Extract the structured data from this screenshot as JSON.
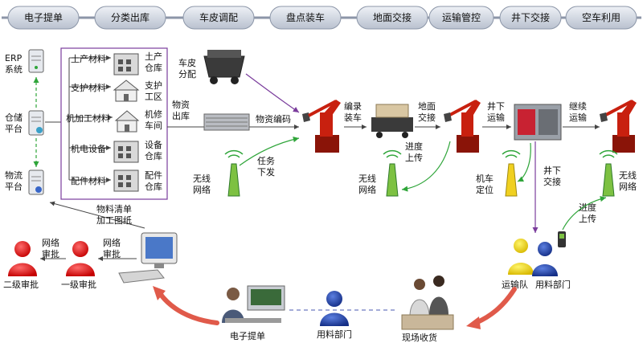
{
  "stages": [
    "电子提单",
    "分类出库",
    "车皮调配",
    "盘点装车",
    "地面交接",
    "运输管控",
    "井下交接",
    "空车利用"
  ],
  "systems": {
    "erp": [
      "ERP",
      "系统"
    ],
    "warehouse_platform": [
      "仓储",
      "平台"
    ],
    "logistics_platform": [
      "物流",
      "平台"
    ]
  },
  "materials": [
    "土产材料",
    "支护材料",
    "机加工材料",
    "机电设备",
    "配件材料"
  ],
  "warehouses": [
    [
      "土产",
      "仓库"
    ],
    [
      "支护",
      "工区"
    ],
    [
      "机修",
      "车间"
    ],
    [
      "设备",
      "仓库"
    ],
    [
      "配件",
      "仓库"
    ]
  ],
  "labels": {
    "wagon_dispatch": [
      "车皮",
      "分配"
    ],
    "material_out": [
      "物资",
      "出库"
    ],
    "material_coding": "物资编码",
    "task_issue": [
      "任务",
      "下发"
    ],
    "wireless_1": [
      "无线",
      "网络"
    ],
    "record_loading": [
      "编录",
      "装车"
    ],
    "ground_handover": [
      "地面",
      "交接"
    ],
    "progress_upload_1": [
      "进度",
      "上传"
    ],
    "wireless_2": [
      "无线",
      "网络"
    ],
    "downhole_transport": [
      "井下",
      "运输"
    ],
    "loco_positioning": [
      "机车",
      "定位"
    ],
    "continue_transport": [
      "继续",
      "运输"
    ],
    "wireless_3": [
      "无线",
      "网络"
    ],
    "downhole_handover": [
      "井下",
      "交接"
    ],
    "progress_upload_2": [
      "进度",
      "上传"
    ],
    "transport_team": "运输队",
    "material_dept_right": "用料部门",
    "material_list": [
      "物料清单",
      "加工图纸"
    ],
    "net_approve_1": [
      "网络",
      "审批"
    ],
    "net_approve_2": [
      "网络",
      "审批"
    ],
    "second_approval": "二级审批",
    "first_approval": "一级审批",
    "e_bill": "电子提单",
    "material_dept_bottom": "用料部门",
    "site_receipt": "现场收货"
  },
  "colors": {
    "stage_fill": "#d6dbe4",
    "stage_stroke": "#8c96a8",
    "purple": "#7a3c9c",
    "arrow_gray": "#444444",
    "green": "#2fa53a",
    "red_person": "#e01818",
    "blue_person": "#1e3f9e",
    "yellow_person": "#f2dc12",
    "robot": "#c8200f",
    "curve_arrow": "#e05a4a"
  }
}
